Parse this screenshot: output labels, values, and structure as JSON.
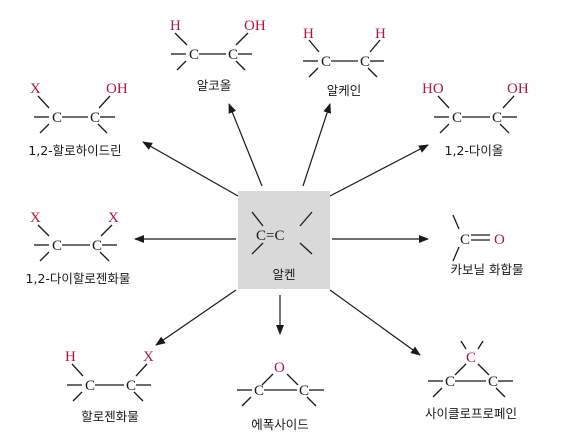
{
  "center": {
    "label": "알켄",
    "formula": "C=C",
    "box_color": "#d9d9d9"
  },
  "accent_color": "#b0173a",
  "products": [
    {
      "id": "alcohol",
      "label": "알코올",
      "groups": [
        "H",
        "OH"
      ]
    },
    {
      "id": "alkane",
      "label": "알케인",
      "groups": [
        "H",
        "H"
      ]
    },
    {
      "id": "halohydrin",
      "label": "1,2-할로하이드린",
      "groups": [
        "X",
        "OH"
      ]
    },
    {
      "id": "diol",
      "label": "1,2-다이올",
      "groups": [
        "HO",
        "OH"
      ]
    },
    {
      "id": "dihalide",
      "label": "1,2-다이할로젠화물",
      "groups": [
        "X",
        "X"
      ]
    },
    {
      "id": "carbonyl",
      "label": "카보닐 화합물",
      "groups": [
        "O"
      ]
    },
    {
      "id": "halide",
      "label": "할로젠화물",
      "groups": [
        "H",
        "X"
      ]
    },
    {
      "id": "epoxide",
      "label": "에폭사이드",
      "groups": [
        "O"
      ]
    },
    {
      "id": "cyclopropane",
      "label": "사이클로프로페인",
      "groups": [
        "C"
      ]
    }
  ]
}
